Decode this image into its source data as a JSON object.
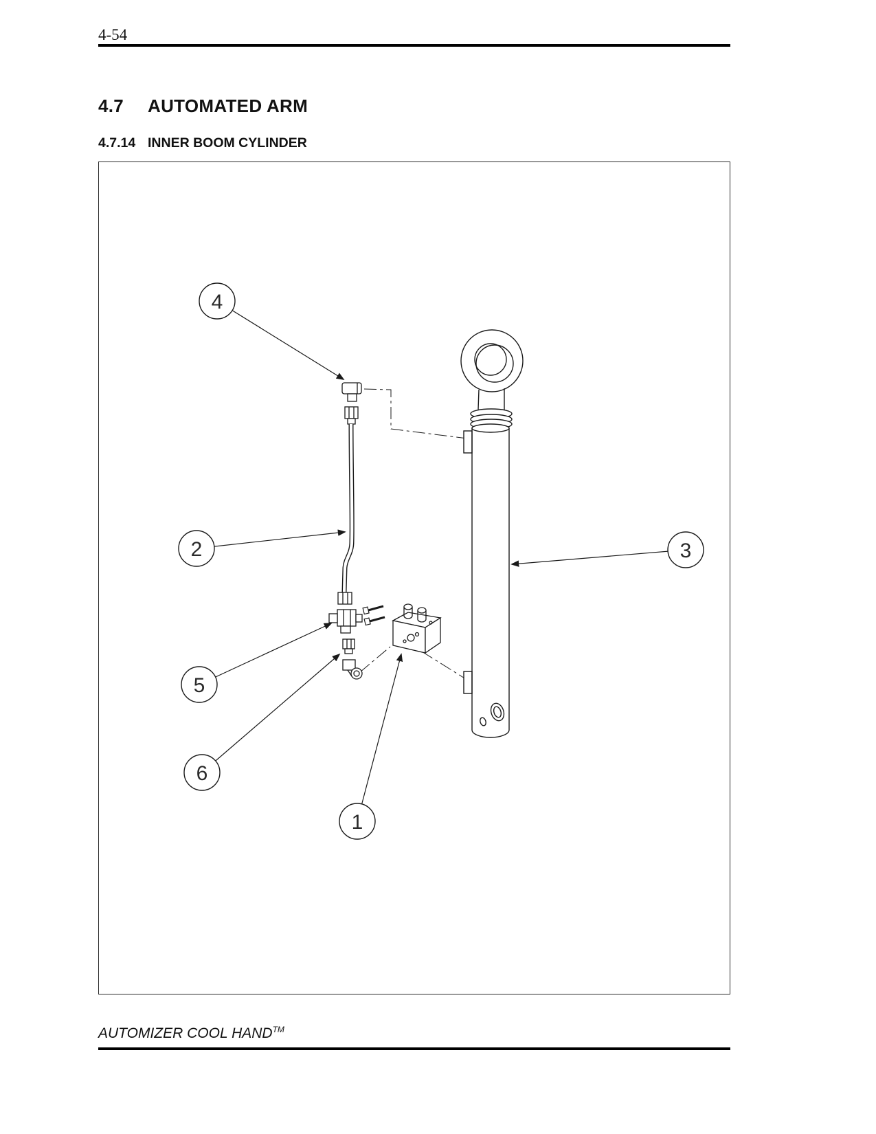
{
  "page": {
    "number": "4-54",
    "footer_brand": "AUTOMIZER COOL HAND",
    "footer_trademark": "TM"
  },
  "heading": {
    "number": "4.7",
    "title": "AUTOMATED ARM"
  },
  "subheading": {
    "number": "4.7.14",
    "title": "INNER BOOM CYLINDER"
  },
  "figure": {
    "callouts": [
      {
        "label": "1"
      },
      {
        "label": "2"
      },
      {
        "label": "3"
      },
      {
        "label": "4"
      },
      {
        "label": "5"
      },
      {
        "label": "6"
      }
    ]
  }
}
